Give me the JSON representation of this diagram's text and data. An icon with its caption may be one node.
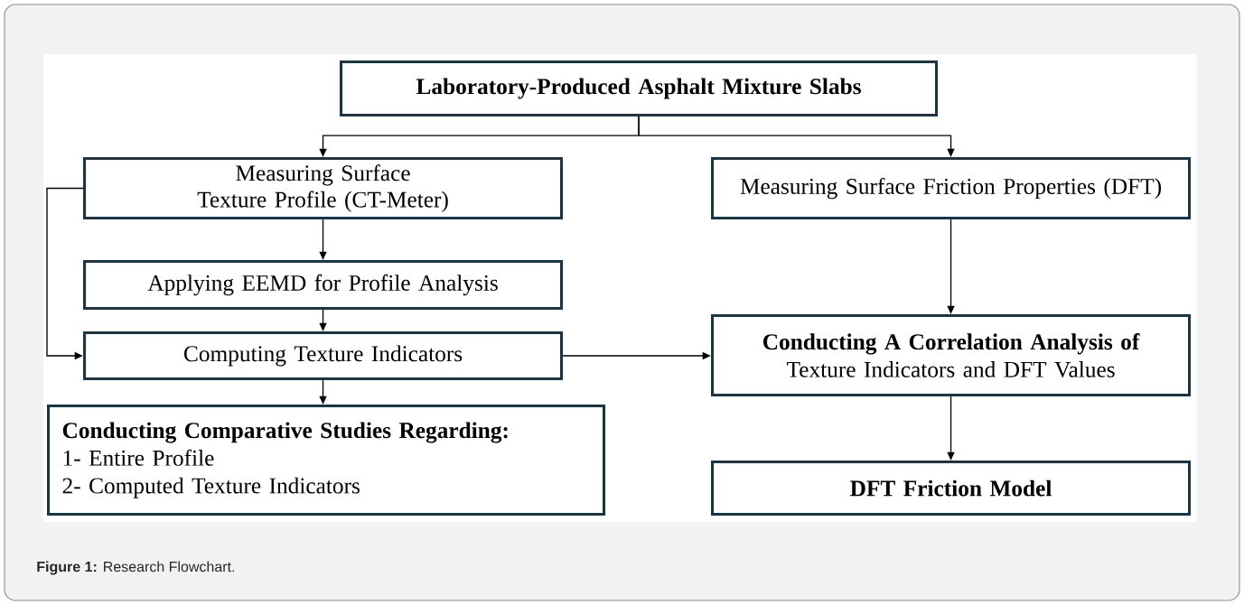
{
  "diagram": {
    "caption": "**Figure 1:** Research Flowchart.",
    "nodes": [
      {
        "text": [
          "Laboratory-Produced Asphalt Mixture Slabs"
        ]
      },
      {
        "text": [
          "Measuring Surface Texture Profile (CT-Meter)"
        ]
      },
      {
        "text": [
          "Applying EEMD for Profile Analysis"
        ]
      },
      {
        "text": [
          "Computing Texture Indicators"
        ]
      },
      {
        "text": [
          "Conducting Comparative Studies Regarding:",
          "1- Entire Profile",
          "2- Computed Texture Indicators"
        ]
      },
      {
        "text": [
          "Measuring Surface Friction Properties (DFT)"
        ]
      },
      {
        "text": [
          "Conducting A Correlation Analysis of",
          "Texture Indicators and DFT Values"
        ]
      },
      {
        "text": [
          "DFT Friction Model"
        ]
      }
    ],
    "edges": [
      {
        "from": 0,
        "to": 1,
        "arrow": "to"
      },
      {
        "from": 0,
        "to": 5,
        "arrow": "to"
      },
      {
        "from": 1,
        "to": 2,
        "arrow": "to"
      },
      {
        "from": 2,
        "to": 3,
        "arrow": "to"
      },
      {
        "from": 1,
        "to": 3,
        "arrow": "to"
      },
      {
        "from": 3,
        "to": 6,
        "arrow": "to"
      },
      {
        "from": 3,
        "to": 4,
        "arrow": "to"
      },
      {
        "from": 5,
        "to": 6,
        "arrow": "to"
      },
      {
        "from": 6,
        "to": 7,
        "arrow": "to"
      }
    ]
  }
}
